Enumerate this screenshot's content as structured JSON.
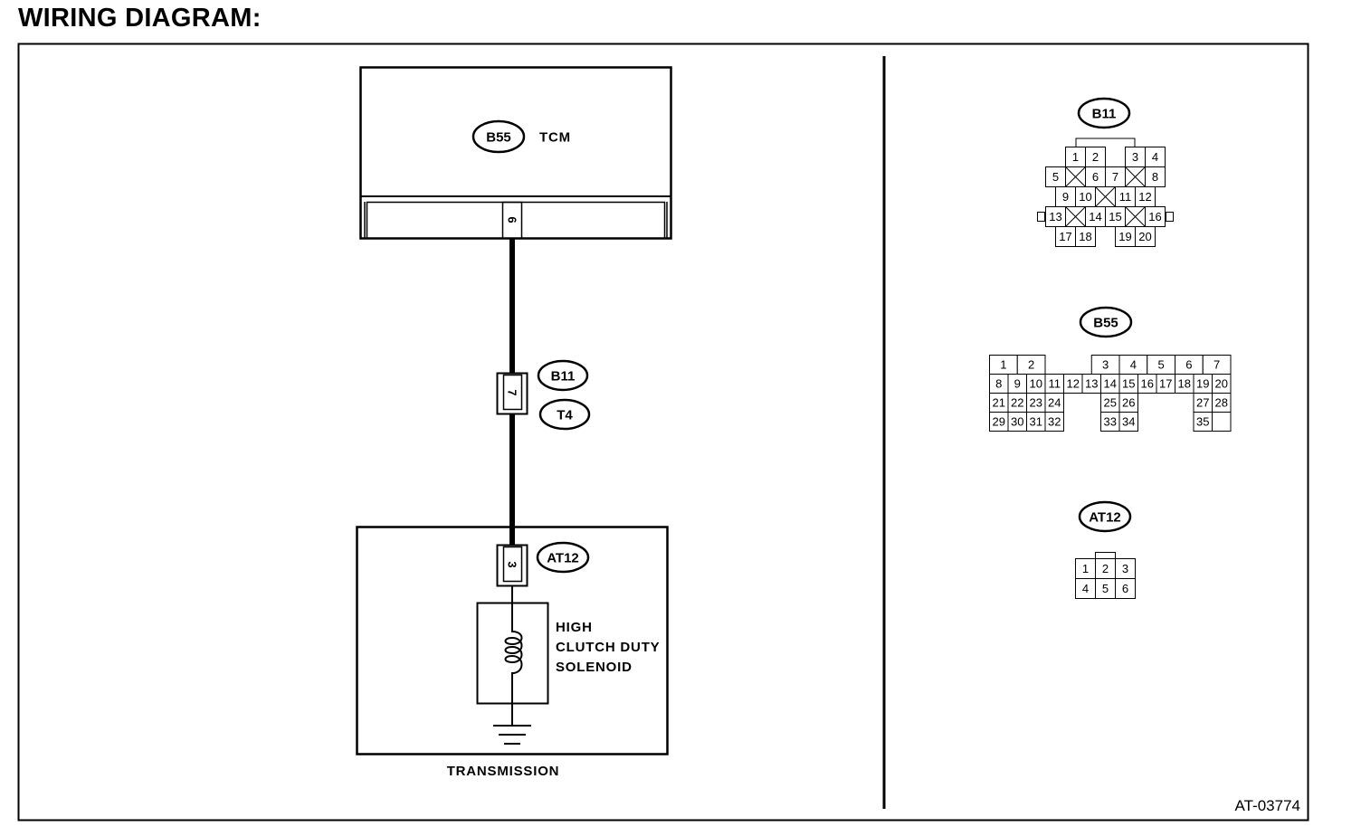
{
  "heading": "WIRING DIAGRAM:",
  "figure_code": "AT-03774",
  "tcm": {
    "connector": "B55",
    "label": "TCM",
    "pin": "6"
  },
  "joint": {
    "connector": "B11",
    "connector2": "T4",
    "pin": "7"
  },
  "transmission": {
    "label": "TRANSMISSION",
    "connector": "AT12",
    "pin": "3",
    "solenoid_lines": [
      "HIGH",
      "CLUTCH DUTY",
      "SOLENOID"
    ]
  },
  "connector_views": [
    {
      "name": "B11",
      "pins": [
        {
          "label": "1"
        },
        {
          "label": "2"
        },
        {
          "label": "3"
        },
        {
          "label": "4"
        },
        {
          "label": "5"
        },
        {
          "label": ""
        },
        {
          "label": "6"
        },
        {
          "label": "7"
        },
        {
          "label": ""
        },
        {
          "label": "8"
        },
        {
          "label": "9"
        },
        {
          "label": "10"
        },
        {
          "label": ""
        },
        {
          "label": "11"
        },
        {
          "label": "12"
        },
        {
          "label": "13"
        },
        {
          "label": ""
        },
        {
          "label": "14"
        },
        {
          "label": "15"
        },
        {
          "label": ""
        },
        {
          "label": "16"
        },
        {
          "label": "17"
        },
        {
          "label": "18"
        },
        {
          "label": "19"
        },
        {
          "label": "20"
        }
      ]
    },
    {
      "name": "B55",
      "pins": [
        {
          "label": "1"
        },
        {
          "label": "2"
        },
        {
          "label": "3"
        },
        {
          "label": "4"
        },
        {
          "label": "5"
        },
        {
          "label": "6"
        },
        {
          "label": "7"
        },
        {
          "label": "8"
        },
        {
          "label": "9"
        },
        {
          "label": "10"
        },
        {
          "label": "11"
        },
        {
          "label": "12"
        },
        {
          "label": "13"
        },
        {
          "label": "14"
        },
        {
          "label": "15"
        },
        {
          "label": "16"
        },
        {
          "label": "17"
        },
        {
          "label": "18"
        },
        {
          "label": "19"
        },
        {
          "label": "20"
        },
        {
          "label": "21"
        },
        {
          "label": "22"
        },
        {
          "label": "23"
        },
        {
          "label": "24"
        },
        {
          "label": "25"
        },
        {
          "label": "26"
        },
        {
          "label": "27"
        },
        {
          "label": "28"
        },
        {
          "label": "29"
        },
        {
          "label": "30"
        },
        {
          "label": "31"
        },
        {
          "label": "32"
        },
        {
          "label": "33"
        },
        {
          "label": "34"
        },
        {
          "label": "35"
        }
      ]
    },
    {
      "name": "AT12",
      "pins": [
        {
          "label": "1"
        },
        {
          "label": "2"
        },
        {
          "label": "3"
        },
        {
          "label": "4"
        },
        {
          "label": "5"
        },
        {
          "label": "6"
        }
      ]
    }
  ]
}
